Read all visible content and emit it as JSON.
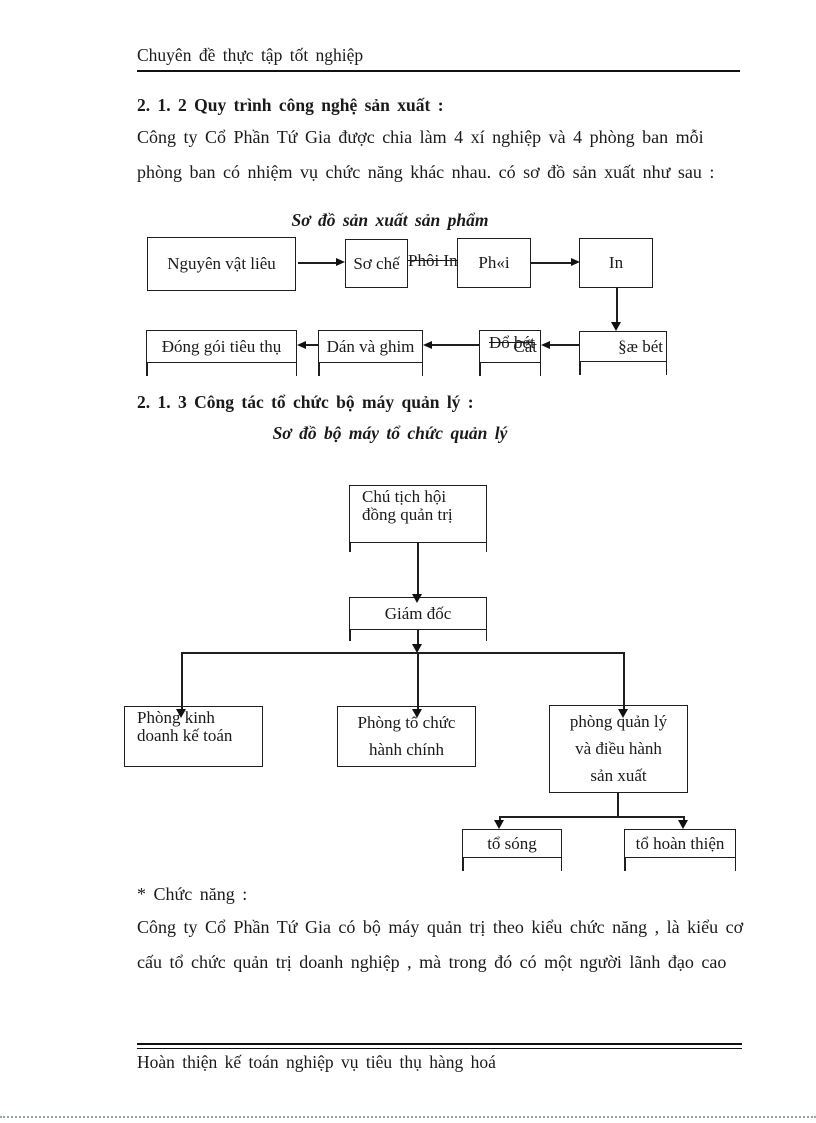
{
  "page": {
    "running_header": "Chuyên đề thực tập tốt nghiệp",
    "running_footer": "Hoàn thiện kế toán nghiệp vụ tiêu thụ hàng hoá"
  },
  "section_212": {
    "heading": "2. 1. 2 Quy trình công nghệ sản xuất :",
    "body_line1": "Công ty Cổ Phần Tứ Gia được chia làm 4 xí nghiệp và 4 phòng ban mỗi",
    "body_line2": "phòng ban có nhiệm vụ chức năng khác nhau. có sơ đồ sản xuất như sau :"
  },
  "production_chart": {
    "title": "Sơ đồ sản xuất sản phẩm",
    "boxes": {
      "materials": "Nguyên vật liêu",
      "prep": "Sơ chế",
      "blank": "Ph«i",
      "print": "In",
      "pour": "§æ bét",
      "cut": "Cắt",
      "glue": "Dán và ghim",
      "pack": "Đóng gói tiêu thụ"
    },
    "strikethrough_overlays": {
      "overlay1": "Phôi In",
      "overlay2": "Đổ bét"
    }
  },
  "section_213": {
    "heading": "2. 1. 3 Công tác tổ chức bộ máy quản lý :"
  },
  "org_chart": {
    "title": "Sơ đồ bộ máy tổ chức quản lý",
    "chairman": {
      "line1": "Chú tịch hội",
      "line2": "đồng quản trị"
    },
    "director": "Giám đốc",
    "dept_business": {
      "line1": "Phòng kinh",
      "line2": "doanh kế toán"
    },
    "dept_admin": {
      "line1": "Phòng tổ chức",
      "line2": "hành chính"
    },
    "dept_production": {
      "line1": "phòng quản lý",
      "line2": "và điều hành",
      "line3": "sản xuất"
    },
    "team_wave": "tổ sóng",
    "team_finish": "tổ hoàn thiện"
  },
  "section_function": {
    "label": "* Chức năng :",
    "body_line1": "Công ty Cổ Phần Tứ Gia có bộ máy quản trị theo kiểu chức năng , là kiểu cơ",
    "body_line2": "cấu tổ chức quản trị doanh nghiệp , mà trong đó có một người lãnh đạo cao"
  },
  "colors": {
    "ink": "#1a1a1a",
    "page_background": "#ffffff"
  }
}
